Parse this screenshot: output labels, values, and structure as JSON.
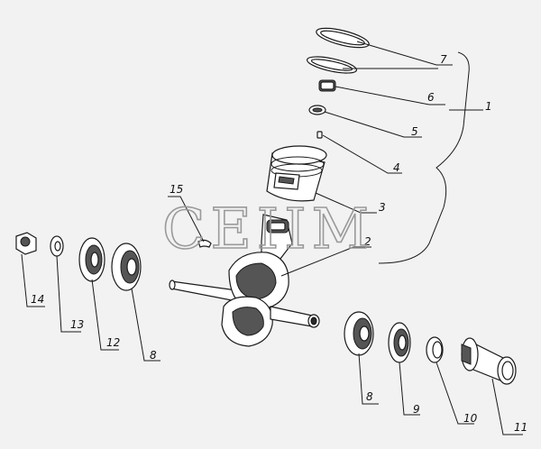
{
  "watermark": "CEIIM",
  "callouts": [
    "1",
    "2",
    "3",
    "4",
    "5",
    "6",
    "7",
    "8",
    "9",
    "10",
    "11",
    "12",
    "13",
    "14",
    "15",
    "8"
  ]
}
